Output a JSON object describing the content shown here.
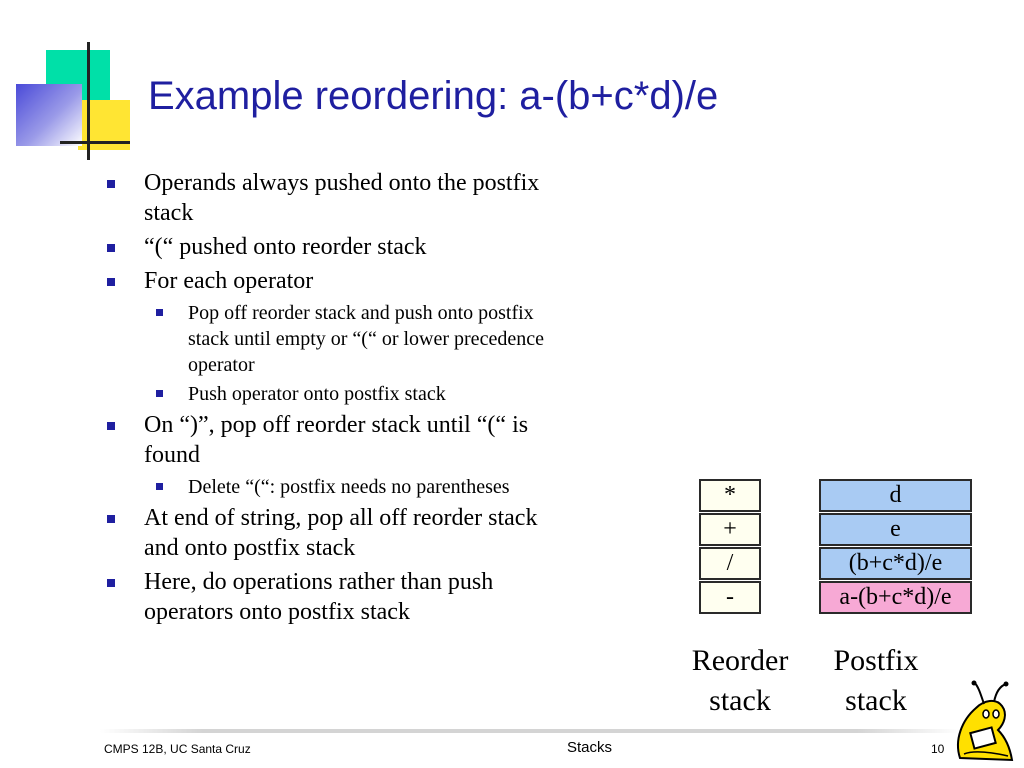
{
  "slide": {
    "title": "Example reordering: a-(b+c*d)/e",
    "bullets": [
      {
        "text": "Operands always pushed onto the postfix stack"
      },
      {
        "text": "“(“ pushed onto reorder stack"
      },
      {
        "text": "For each operator",
        "subs": [
          "Pop off reorder stack and push onto postfix stack until empty or “(“ or lower precedence operator",
          "Push operator onto postfix stack"
        ]
      },
      {
        "text": "On “)”, pop off reorder stack until “(“ is found",
        "subs": [
          "Delete “(“: postfix needs no parentheses"
        ]
      },
      {
        "text": "At end of string, pop all off reorder stack and onto postfix stack"
      },
      {
        "text": "Here, do operations rather than push operators onto postfix stack"
      }
    ],
    "reorder_stack": {
      "cells": [
        "*",
        "+",
        "/",
        "-"
      ],
      "label_line1": "Reorder",
      "label_line2": "stack"
    },
    "postfix_stack": {
      "cells": [
        "d",
        "e",
        "(b+c*d)/e",
        "a-(b+c*d)/e"
      ],
      "label_line1": "Postfix",
      "label_line2": "stack"
    },
    "colors": {
      "title": "#1f1fa0",
      "bullet": "#1f1fa0",
      "reorder_cell": "#fffff0",
      "postfix_cell": "#a9cbf3",
      "postfix_result_cell": "#f7a9d5",
      "deco_green": "#00e0a8",
      "deco_yellow": "#ffe533",
      "deco_blue": "#4a4ad8"
    },
    "mascot_icon": "banana-slug-icon"
  },
  "footer": {
    "left": "CMPS 12B, UC Santa Cruz",
    "center": "Stacks",
    "right": "10"
  }
}
